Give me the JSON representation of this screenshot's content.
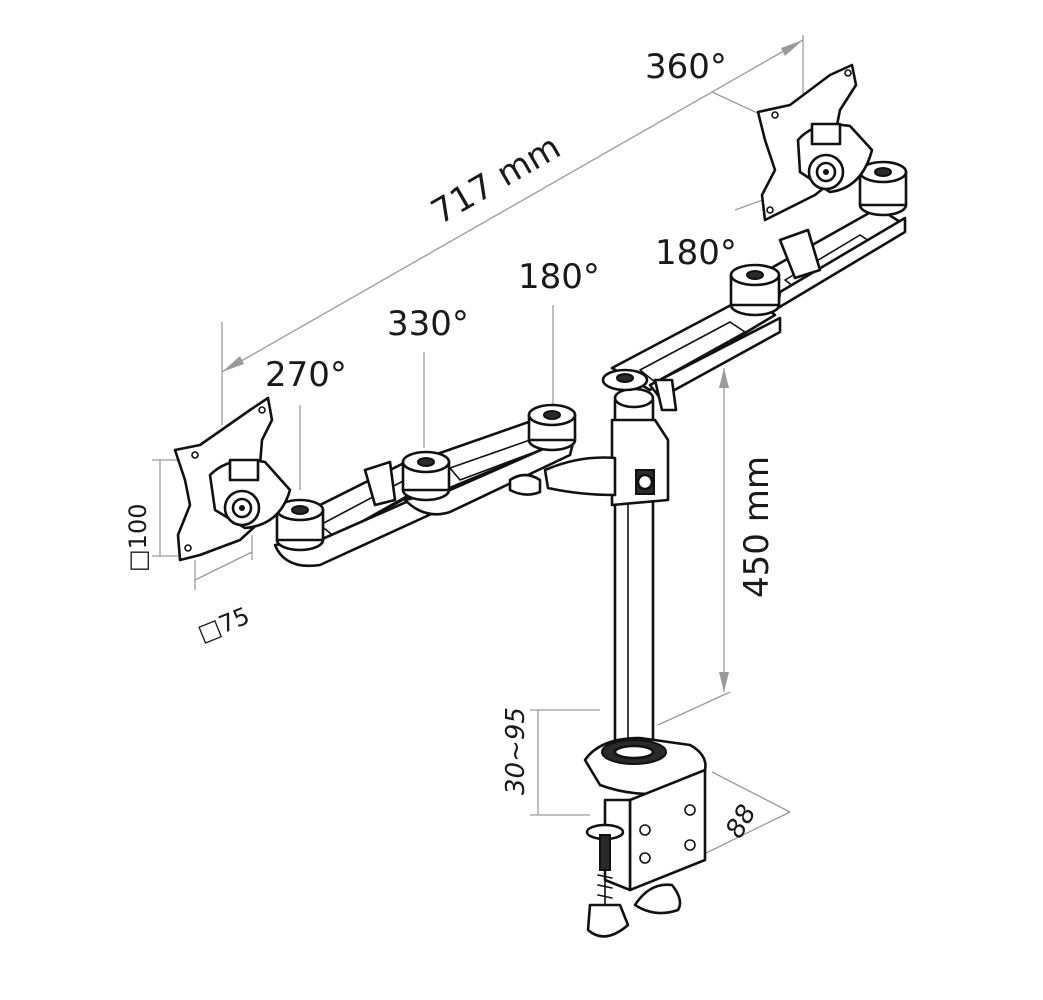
{
  "dimensions": {
    "total_width": "717 mm",
    "pole_height": "450 mm",
    "clamp_range": "30~95",
    "clamp_depth": "88"
  },
  "vesa": {
    "large": "□100",
    "small": "□75"
  },
  "rotations": {
    "right_head": "360°",
    "right_arm_joint": "180°",
    "center_joint": "180°",
    "left_mid_joint": "330°",
    "left_head_joint": "270°"
  },
  "colors": {
    "line": "#111111",
    "dimension": "#9a9a9a",
    "background": "#ffffff"
  }
}
